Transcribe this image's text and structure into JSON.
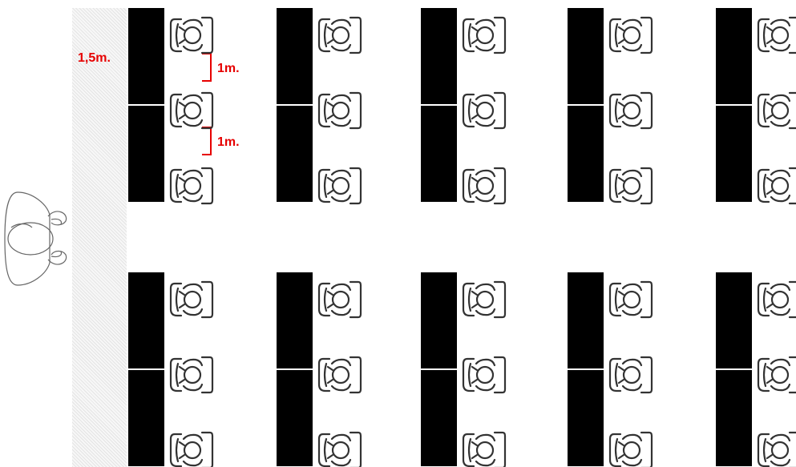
{
  "annotations": {
    "aisle_width": "1,5m.",
    "seat_gap_1": "1m.",
    "seat_gap_2": "1m."
  },
  "colors": {
    "desk": "#000000",
    "annotation": "#e60000",
    "aisle_hatch": "#e4e4e4",
    "chair_stroke": "#333333"
  },
  "icons": {
    "student_chair": "chair-with-person-top-view-icon",
    "teacher": "person-top-view-icon"
  },
  "layout_counts": {
    "desk_rows": 2,
    "desk_columns": 5,
    "seats_per_desk_group": 3
  }
}
